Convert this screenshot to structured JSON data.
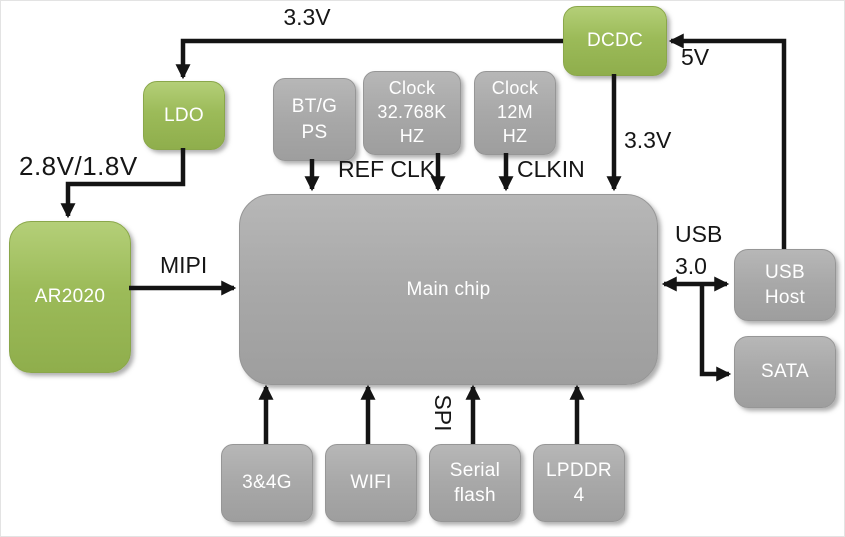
{
  "diagram": {
    "title": "Main chip system block diagram",
    "colors": {
      "green_block": "#9cbb59",
      "gray_block": "#a8a8a8",
      "block_text": "#ffffff",
      "label_text": "#161616",
      "wire": "#141414",
      "background": "#ffffff"
    },
    "blocks": {
      "ldo": {
        "label": "LDO"
      },
      "dcdc": {
        "label": "DCDC"
      },
      "ar2020": {
        "label": "AR2020"
      },
      "bt_gps": {
        "label": "BT/G\nPS"
      },
      "clock_32768": {
        "label": "Clock\n32.768K\nHZ"
      },
      "clock_12m": {
        "label": "Clock\n12M\nHZ"
      },
      "main_chip": {
        "label": "Main chip"
      },
      "usb_host": {
        "label": "USB\nHost"
      },
      "sata": {
        "label": "SATA"
      },
      "cellular": {
        "label": "3&4G"
      },
      "wifi": {
        "label": "WIFI"
      },
      "serial_flash": {
        "label": "Serial\nflash"
      },
      "lpddr4": {
        "label": "LPDDR\n4"
      }
    },
    "labels": {
      "v33_top": "3.3V",
      "v5": "5V",
      "v33_dcdc_out": "3.3V",
      "v28_v18": "2.8V/1.8V",
      "mipi": "MIPI",
      "ref_clk": "REF CLK",
      "clkin": "CLKIN",
      "usb30": "USB\n3.0",
      "spi": "SPI"
    }
  }
}
